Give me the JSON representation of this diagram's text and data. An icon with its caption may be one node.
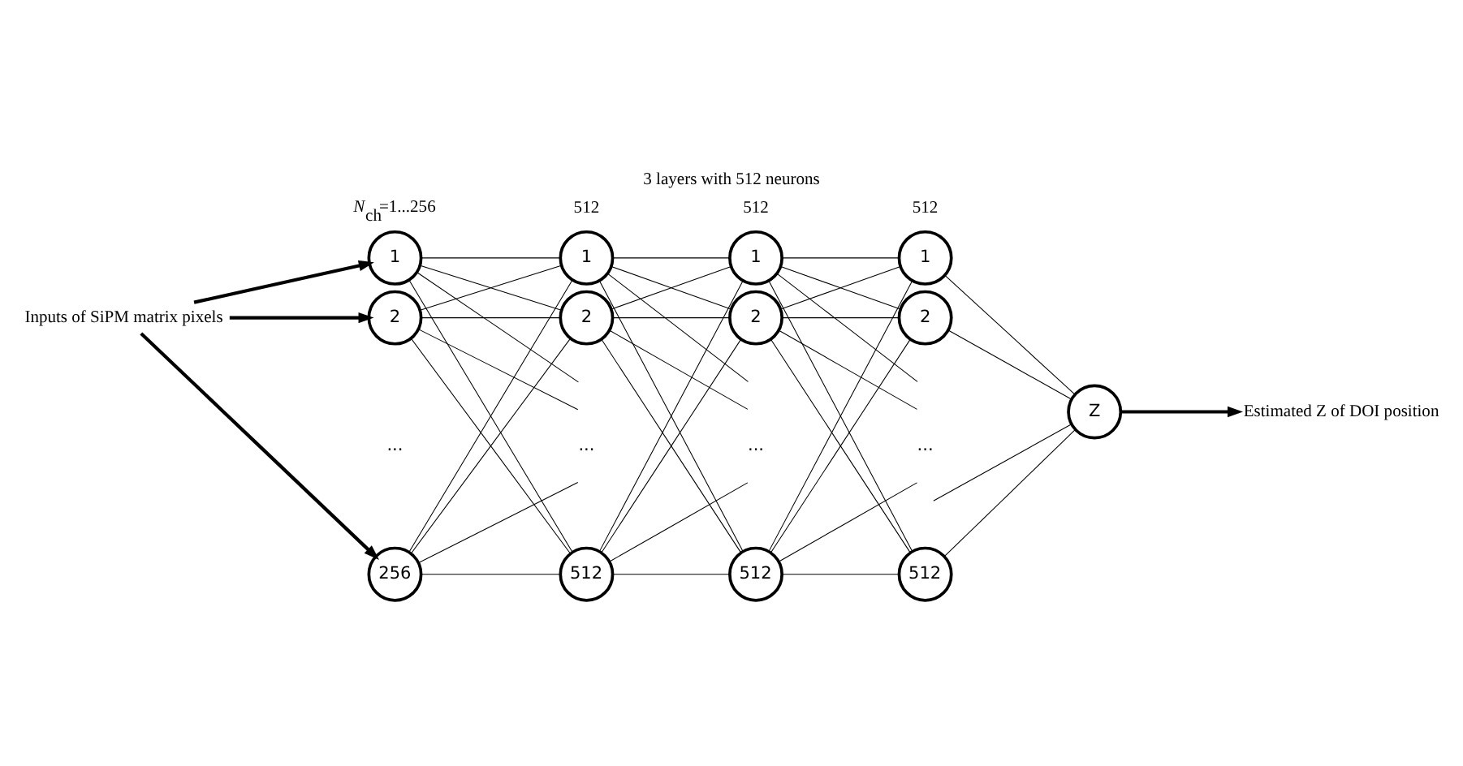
{
  "diagram": {
    "title": "3 layers with 512 neurons",
    "nodes": [
      {
        "text": [
          "Inputs of SiPM matrix pixels"
        ]
      },
      {
        "text": [
          "1"
        ]
      },
      {
        "text": [
          "2"
        ]
      },
      {
        "text": [
          "256"
        ]
      },
      {
        "text": [
          "1"
        ]
      },
      {
        "text": [
          "2"
        ]
      },
      {
        "text": [
          "512"
        ]
      },
      {
        "text": [
          "1"
        ]
      },
      {
        "text": [
          "2"
        ]
      },
      {
        "text": [
          "512"
        ]
      },
      {
        "text": [
          "1"
        ]
      },
      {
        "text": [
          "2"
        ]
      },
      {
        "text": [
          "512"
        ]
      },
      {
        "text": [
          "Z"
        ]
      },
      {
        "text": [
          "Estimated Z of DOI position"
        ]
      }
    ],
    "edges": [
      {
        "from": 0,
        "to": 1,
        "arrow": "to",
        "style": "thick"
      },
      {
        "from": 0,
        "to": 2,
        "arrow": "to",
        "style": "thick"
      },
      {
        "from": 0,
        "to": 3,
        "arrow": "to",
        "style": "thick"
      },
      {
        "from": 1,
        "to": 4,
        "arrow": "none"
      },
      {
        "from": 1,
        "to": 5,
        "arrow": "none"
      },
      {
        "from": 1,
        "to": 6,
        "arrow": "none"
      },
      {
        "from": 1,
        "to": null,
        "arrow": "none"
      },
      {
        "from": 2,
        "to": 4,
        "arrow": "none"
      },
      {
        "from": 2,
        "to": 5,
        "arrow": "none"
      },
      {
        "from": 2,
        "to": 6,
        "arrow": "none"
      },
      {
        "from": 2,
        "to": null,
        "arrow": "none"
      },
      {
        "from": 3,
        "to": 4,
        "arrow": "none"
      },
      {
        "from": 3,
        "to": 5,
        "arrow": "none"
      },
      {
        "from": 3,
        "to": 6,
        "arrow": "none"
      },
      {
        "from": 3,
        "to": null,
        "arrow": "none"
      },
      {
        "from": 4,
        "to": 7,
        "arrow": "none"
      },
      {
        "from": 4,
        "to": 8,
        "arrow": "none"
      },
      {
        "from": 4,
        "to": 9,
        "arrow": "none"
      },
      {
        "from": 4,
        "to": null,
        "arrow": "none"
      },
      {
        "from": 5,
        "to": 7,
        "arrow": "none"
      },
      {
        "from": 5,
        "to": 8,
        "arrow": "none"
      },
      {
        "from": 5,
        "to": 9,
        "arrow": "none"
      },
      {
        "from": 5,
        "to": null,
        "arrow": "none"
      },
      {
        "from": 6,
        "to": 7,
        "arrow": "none"
      },
      {
        "from": 6,
        "to": 8,
        "arrow": "none"
      },
      {
        "from": 6,
        "to": 9,
        "arrow": "none"
      },
      {
        "from": 6,
        "to": null,
        "arrow": "none"
      },
      {
        "from": 7,
        "to": 10,
        "arrow": "none"
      },
      {
        "from": 7,
        "to": 11,
        "arrow": "none"
      },
      {
        "from": 7,
        "to": 12,
        "arrow": "none"
      },
      {
        "from": 7,
        "to": null,
        "arrow": "none"
      },
      {
        "from": 8,
        "to": 10,
        "arrow": "none"
      },
      {
        "from": 8,
        "to": 11,
        "arrow": "none"
      },
      {
        "from": 8,
        "to": 12,
        "arrow": "none"
      },
      {
        "from": 8,
        "to": null,
        "arrow": "none"
      },
      {
        "from": 9,
        "to": 10,
        "arrow": "none"
      },
      {
        "from": 9,
        "to": 11,
        "arrow": "none"
      },
      {
        "from": 9,
        "to": 12,
        "arrow": "none"
      },
      {
        "from": 9,
        "to": null,
        "arrow": "none"
      },
      {
        "from": 10,
        "to": 13,
        "arrow": "none"
      },
      {
        "from": 11,
        "to": 13,
        "arrow": "none"
      },
      {
        "from": null,
        "to": 13,
        "arrow": "none"
      },
      {
        "from": 12,
        "to": 13,
        "arrow": "none"
      },
      {
        "from": 13,
        "to": 14,
        "arrow": "to",
        "style": "thick"
      }
    ],
    "labels": [
      "*N*$_{ch}$=1...256",
      "512",
      "512",
      "512",
      "...",
      "...",
      "...",
      "..."
    ]
  }
}
